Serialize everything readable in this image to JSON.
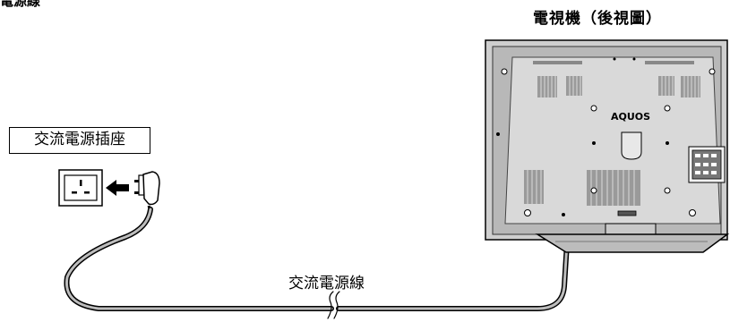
{
  "labels": {
    "power_cord_heading": "電源線",
    "tv_rear_view": "電視機（後視圖）",
    "ac_outlet": "交流電源插座",
    "ac_power_cord": "交流電源線",
    "tv_brand": "AQUOS"
  }
}
